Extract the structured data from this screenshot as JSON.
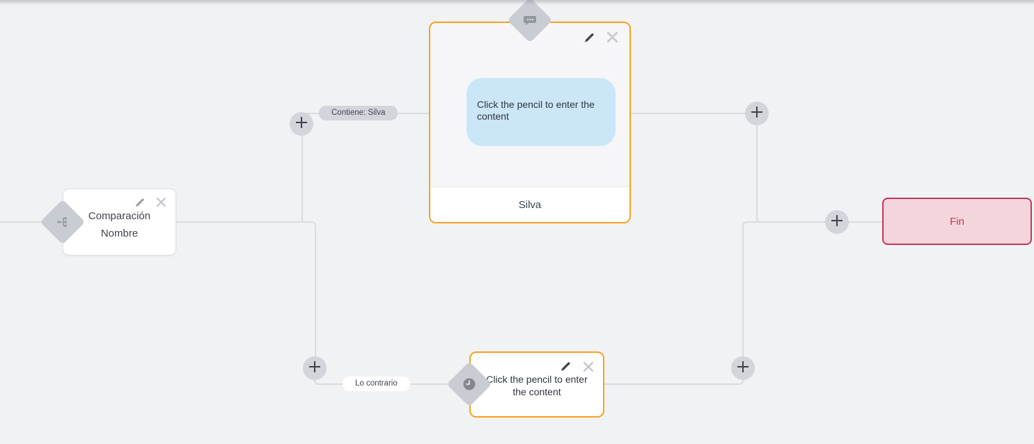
{
  "canvas": {
    "background_color": "#f1f2f4",
    "wire_color": "#d9dbdf"
  },
  "edges": {
    "top_label": "Contiene: Silva",
    "bottom_label": "Lo contrario"
  },
  "nodes": {
    "condition": {
      "title_line1": "Comparación",
      "title_line2": "Nombre",
      "icon": "sitemap-icon"
    },
    "message": {
      "bubble_text": "Click the pencil to enter the content",
      "footer_text": "Silva",
      "icon": "chat-bubble-icon",
      "border_color": "#f8a01e",
      "bubble_color": "#cbe7f7"
    },
    "fallback": {
      "text": "Click the pencil to enter the content",
      "icon": "clock-icon",
      "border_color": "#f8a01e"
    },
    "end": {
      "label": "Fin",
      "border_color": "#c2355b",
      "background_color": "#f5d5dc"
    }
  },
  "controls": {
    "edit_tooltip": "edit",
    "delete_tooltip": "delete",
    "add_tooltip": "add"
  }
}
